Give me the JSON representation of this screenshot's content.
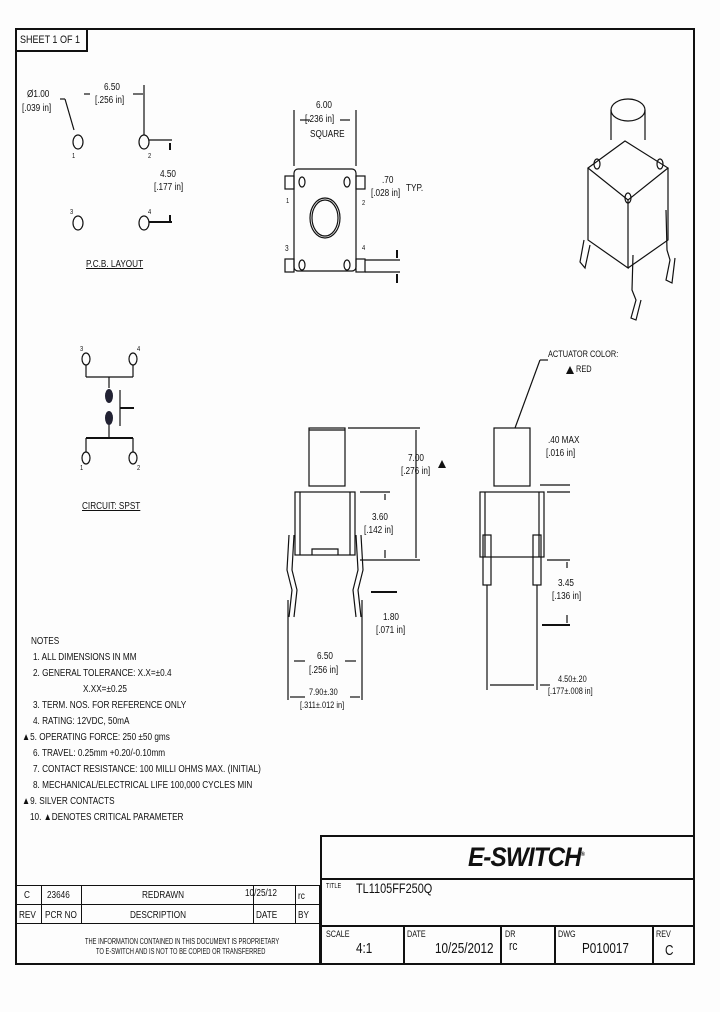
{
  "sheet": {
    "label": "SHEET 1 OF 1"
  },
  "pcb_layout": {
    "hole_dia": "Ø1.00",
    "hole_dia_in": "[.039 in]",
    "pitch_x": "6.50",
    "pitch_x_in": "[.256 in]",
    "pitch_y": "4.50",
    "pitch_y_in": "[.177 in]",
    "pins": [
      "1",
      "2",
      "3",
      "4"
    ],
    "caption": "P.C.B. LAYOUT"
  },
  "top_view": {
    "width": "6.00",
    "width_in": "[.236 in]",
    "square": "SQUARE",
    "pin_width": ".70",
    "pin_width_in": "[.028 in]",
    "typ": "TYP.",
    "pins": [
      "1",
      "2",
      "3",
      "4"
    ]
  },
  "circuit": {
    "pins": [
      "3",
      "4",
      "1",
      "2"
    ],
    "caption": "CIRCUIT: SPST"
  },
  "side_view": {
    "height": "7.00",
    "height_in": "[.276 in]",
    "body_height": "3.60",
    "body_height_in": "[.142 in]",
    "lead_offset": "1.80",
    "lead_offset_in": "[.071 in]",
    "lead_pitch": "6.50",
    "lead_pitch_in": "[.256 in]",
    "overall_width": "7.90±.30",
    "overall_width_in": "[.311±.012 in]"
  },
  "front_view": {
    "actuator_label": "ACTUATOR COLOR:",
    "actuator_color": "RED",
    "max_label": ".40 MAX",
    "max_in": "[.016 in]",
    "lead_len": "3.45",
    "lead_len_in": "[.136 in]",
    "lead_pitch": "4.50±.20",
    "lead_pitch_in": "[.177±.008 in]"
  },
  "notes": {
    "heading": "NOTES",
    "items": [
      {
        "num": "1.",
        "text": "ALL DIMENSIONS IN MM",
        "critical": false
      },
      {
        "num": "2.",
        "text": "GENERAL TOLERANCE: X.X=±0.4",
        "critical": false
      },
      {
        "num": "",
        "text": "X.XX=±0.25",
        "critical": false
      },
      {
        "num": "3.",
        "text": "TERM. NOS. FOR REFERENCE ONLY",
        "critical": false
      },
      {
        "num": "4.",
        "text": "RATING: 12VDC, 50mA",
        "critical": false
      },
      {
        "num": "5.",
        "text": "OPERATING FORCE: 250 ±50 gms",
        "critical": true
      },
      {
        "num": "6.",
        "text": "TRAVEL: 0.25mm +0.20/-0.10mm",
        "critical": false
      },
      {
        "num": "7.",
        "text": "CONTACT RESISTANCE: 100 MILLI OHMS MAX. (INITIAL)",
        "critical": false
      },
      {
        "num": "8.",
        "text": "MECHANICAL/ELECTRICAL LIFE 100,000 CYCLES MIN",
        "critical": false
      },
      {
        "num": "9.",
        "text": "SILVER CONTACTS",
        "critical": true
      },
      {
        "num": "10.",
        "text": "▲DENOTES CRITICAL PARAMETER",
        "critical": false
      }
    ]
  },
  "revision_table": {
    "row": {
      "rev": "C",
      "pcr_no": "23646",
      "description": "REDRAWN",
      "date": "10/25/12",
      "by": "rc"
    },
    "headers": {
      "rev": "REV",
      "pcr_no": "PCR NO",
      "description": "DESCRIPTION",
      "date": "DATE",
      "by": "BY"
    },
    "proprietary_1": "THE INFORMATION CONTAINED IN THIS DOCUMENT IS PROPRIETARY",
    "proprietary_2": "TO E-SWITCH AND IS NOT TO BE COPIED OR TRANSFERRED"
  },
  "title_block": {
    "logo": "E-SWITCH",
    "logo_mark": "®",
    "title_label": "TITLE",
    "title": "TL1105FF250Q",
    "scale_label": "SCALE",
    "scale": "4:1",
    "date_label": "DATE",
    "date": "10/25/2012",
    "dr_label": "DR",
    "dr": "rc",
    "dwg_label": "DWG",
    "dwg": "P010017",
    "rev_label": "REV",
    "rev": "C"
  }
}
